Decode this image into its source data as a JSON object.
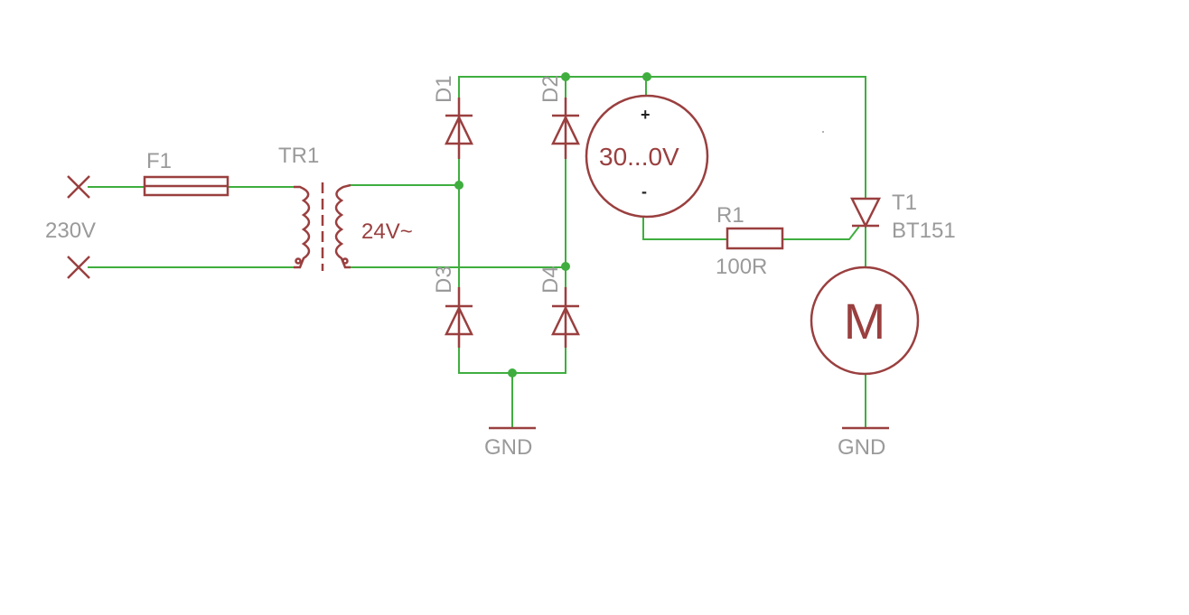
{
  "components": {
    "input": {
      "voltage_label": "230V"
    },
    "fuse": {
      "name": "F1"
    },
    "transformer": {
      "name": "TR1",
      "secondary_value": "24V~"
    },
    "diodes": {
      "d1": "D1",
      "d2": "D2",
      "d3": "D3",
      "d4": "D4"
    },
    "meter": {
      "value": "30...0V",
      "plus": "+",
      "minus": "-"
    },
    "resistor": {
      "name": "R1",
      "value": "100R"
    },
    "thyristor": {
      "name": "T1",
      "value": "BT151"
    },
    "motor": {
      "label": "M"
    },
    "ground_left": {
      "label": "GND"
    },
    "ground_right": {
      "label": "GND"
    }
  },
  "colors": {
    "wire": "#3fae3f",
    "symbol": "#9a3f3f",
    "label": "#9a9a9a"
  }
}
